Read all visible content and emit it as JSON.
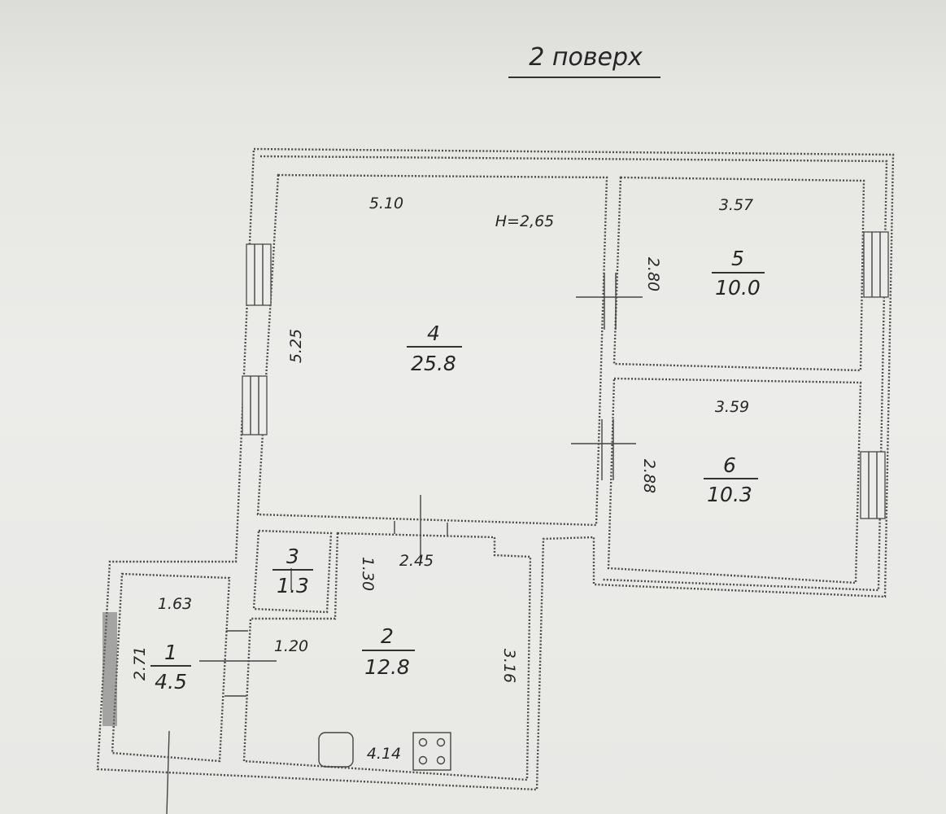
{
  "title": "2 поверх",
  "ceiling_height": "Н=2,65",
  "rooms": [
    {
      "id": "1",
      "number": "1",
      "area": "4.5",
      "dims": [
        "1.63",
        "2.71"
      ]
    },
    {
      "id": "2",
      "number": "2",
      "area": "12.8",
      "dims": [
        "2.45",
        "1.20",
        "3.16",
        "4.14",
        "1.30"
      ]
    },
    {
      "id": "3",
      "number": "3",
      "area": "1.3",
      "dims": []
    },
    {
      "id": "4",
      "number": "4",
      "area": "25.8",
      "dims": [
        "5.10",
        "5.25"
      ]
    },
    {
      "id": "5",
      "number": "5",
      "area": "10.0",
      "dims": [
        "3.57",
        "2.80"
      ]
    },
    {
      "id": "6",
      "number": "6",
      "area": "10.3",
      "dims": [
        "3.59",
        "2.88"
      ]
    }
  ]
}
